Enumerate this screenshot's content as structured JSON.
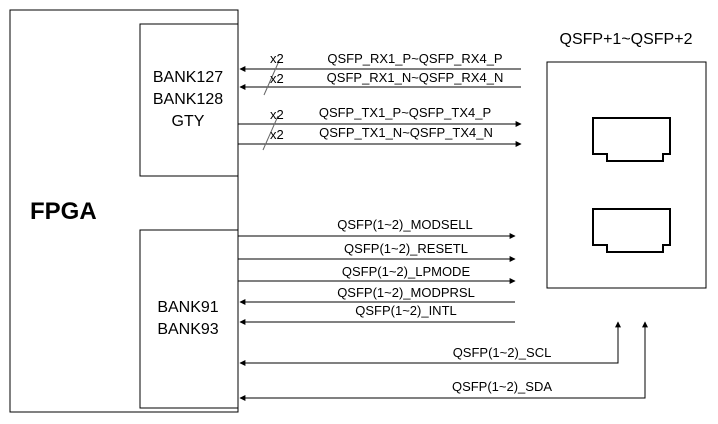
{
  "fpga": {
    "label": "FPGA"
  },
  "gty_bank": {
    "lines": [
      "BANK127",
      "BANK128",
      "GTY"
    ]
  },
  "io_bank": {
    "lines": [
      "BANK91",
      "BANK93"
    ]
  },
  "qsfp": {
    "title": "QSFP+1~QSFP+2"
  },
  "colors": {
    "line": "#000000",
    "background": "#ffffff"
  },
  "high_speed": [
    {
      "name": "QSFP_RX1_P~QSFP_RX4_P",
      "width": "x2",
      "direction": "to-fpga"
    },
    {
      "name": "QSFP_RX1_N~QSFP_RX4_N",
      "width": "x2",
      "direction": "to-fpga"
    },
    {
      "name": "QSFP_TX1_P~QSFP_TX4_P",
      "width": "x2",
      "direction": "to-qsfp"
    },
    {
      "name": "QSFP_TX1_N~QSFP_TX4_N",
      "width": "x2",
      "direction": "to-qsfp"
    }
  ],
  "control": [
    {
      "name": "QSFP(1~2)_MODSELL",
      "direction": "to-qsfp"
    },
    {
      "name": "QSFP(1~2)_RESETL",
      "direction": "to-qsfp"
    },
    {
      "name": "QSFP(1~2)_LPMODE",
      "direction": "to-qsfp"
    },
    {
      "name": "QSFP(1~2)_MODPRSL",
      "direction": "to-fpga"
    },
    {
      "name": "QSFP(1~2)_INTL",
      "direction": "to-fpga"
    }
  ],
  "i2c": [
    {
      "name": "QSFP(1~2)_SCL",
      "direction": "bidirectional"
    },
    {
      "name": "QSFP(1~2)_SDA",
      "direction": "bidirectional"
    }
  ]
}
